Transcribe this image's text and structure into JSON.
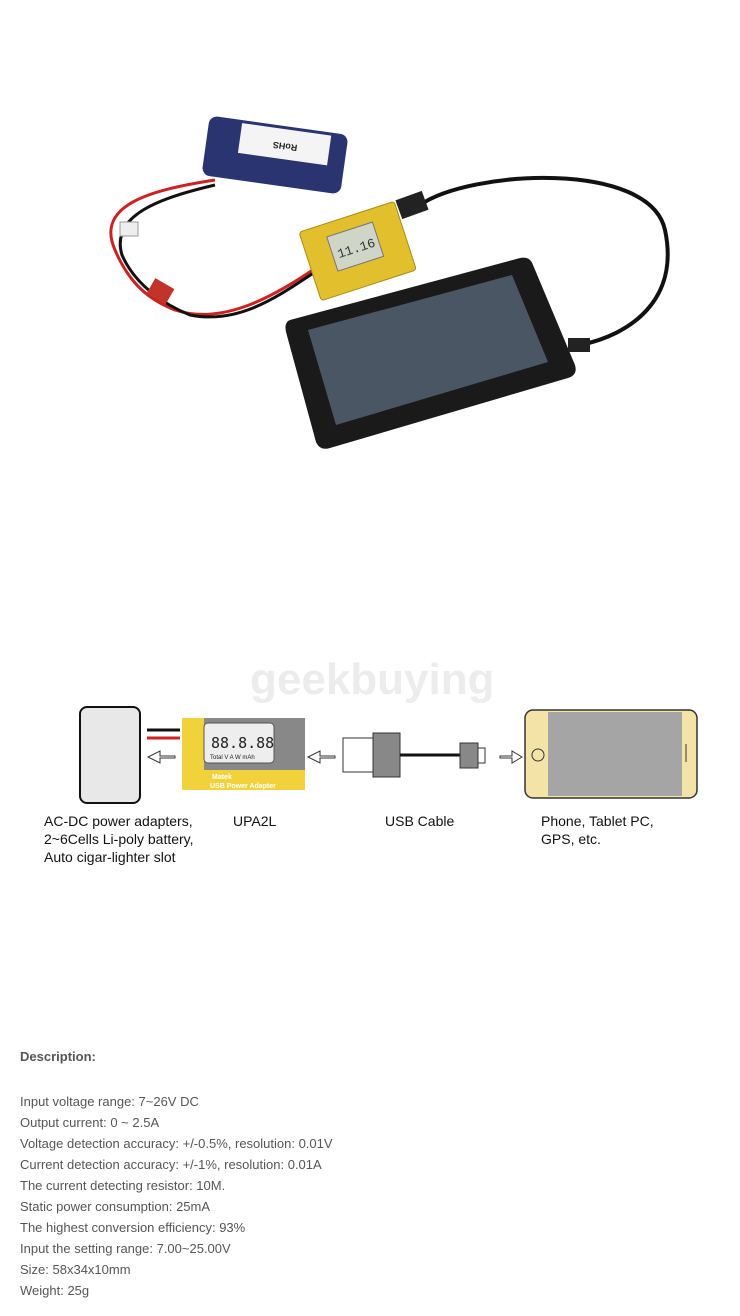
{
  "watermark": "geekbuying",
  "photo": {
    "lcd_reading": "11.16"
  },
  "diagram": {
    "module_lcd": "88.8.88",
    "module_lcd_labels": "Total V A W mAh",
    "module_brand": "Matek",
    "module_name": "USB Power Adapter",
    "labels": {
      "source": "AC-DC power adapters,\n2~6Cells Li-poly battery,\nAuto cigar-lighter slot",
      "module": "UPA2L",
      "cable": "USB Cable",
      "device": "Phone, Tablet PC,\nGPS, etc."
    }
  },
  "description": {
    "title": "Description:",
    "items": [
      "Input voltage range: 7~26V DC",
      "Output current: 0 ~ 2.5A",
      "Voltage detection accuracy: +/-0.5%, resolution: 0.01V",
      "Current detection accuracy: +/-1%, resolution: 0.01A",
      "The current detecting resistor: 10M.",
      "Static power consumption: 25mA",
      "The highest conversion efficiency: 93%",
      "Input the setting range: 7.00~25.00V",
      "Size: 58x34x10mm",
      "Weight: 25g"
    ]
  },
  "colors": {
    "module_yellow": "#f2d23a",
    "text": "#555555",
    "phone_frame": "#f3e3a6"
  }
}
